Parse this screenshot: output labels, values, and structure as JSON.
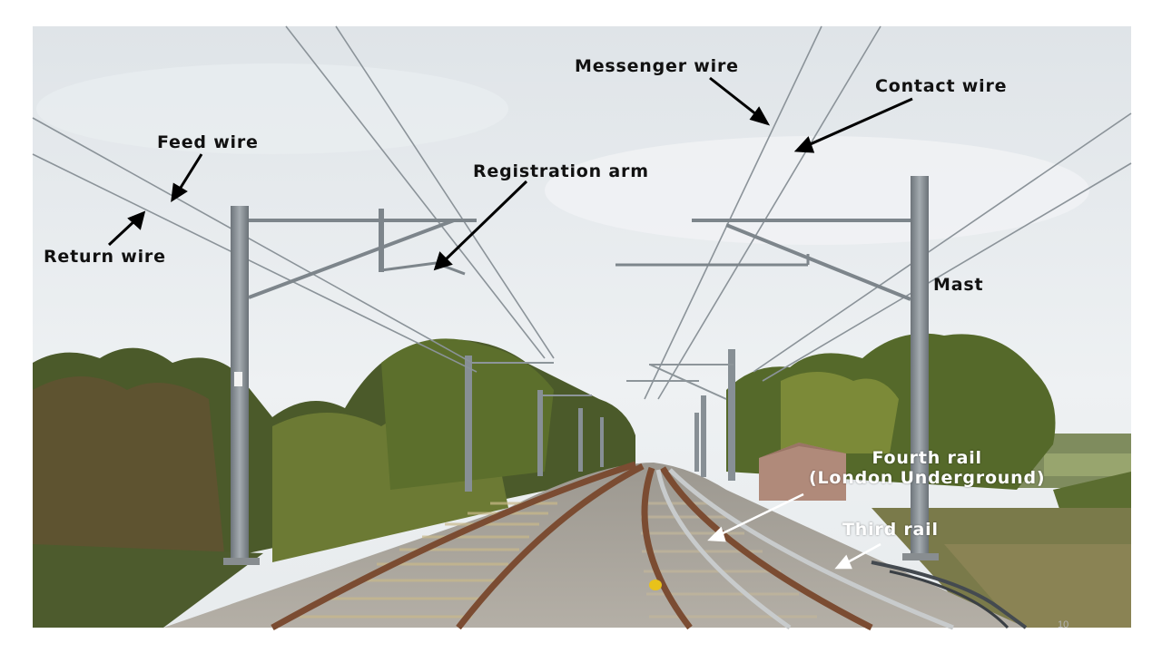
{
  "diagram": {
    "labels": {
      "messenger_wire": "Messenger wire",
      "contact_wire": "Contact wire",
      "feed_wire": "Feed wire",
      "registration_arm": "Registration arm",
      "return_wire": "Return wire",
      "mast": "Mast",
      "fourth_rail_line1": "Fourth rail",
      "fourth_rail_line2": "(London Underground)",
      "third_rail": "Third rail"
    }
  },
  "slide": {
    "page_number": "10"
  },
  "colors": {
    "sky": "#e8ecef",
    "trees": "#5a6e2e",
    "mast": "#8e969b",
    "rail": "#7a4a32",
    "ballast": "#a8a49c"
  },
  "icons": [
    "arrow-icon"
  ]
}
